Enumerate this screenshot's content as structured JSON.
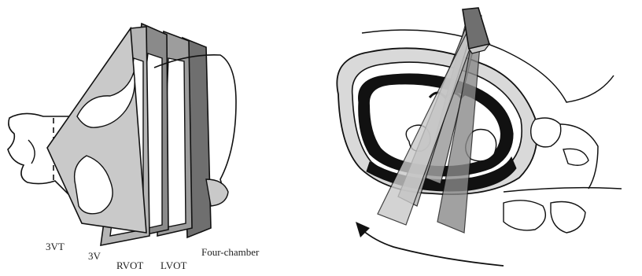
{
  "left_panel": {
    "plane_labels": [
      {
        "id": "3vt",
        "text": "3VT"
      },
      {
        "id": "3v",
        "text": "3V"
      },
      {
        "id": "rvot",
        "text": "RVOT"
      },
      {
        "id": "lvot",
        "text": "LVOT"
      },
      {
        "id": "four-chamber",
        "text": "Four-chamber"
      }
    ]
  },
  "colors": {
    "plane_light": "#c9c9c9",
    "plane_mid": "#9d9d9d",
    "plane_dark": "#6f6f6f",
    "outline": "#111111"
  }
}
